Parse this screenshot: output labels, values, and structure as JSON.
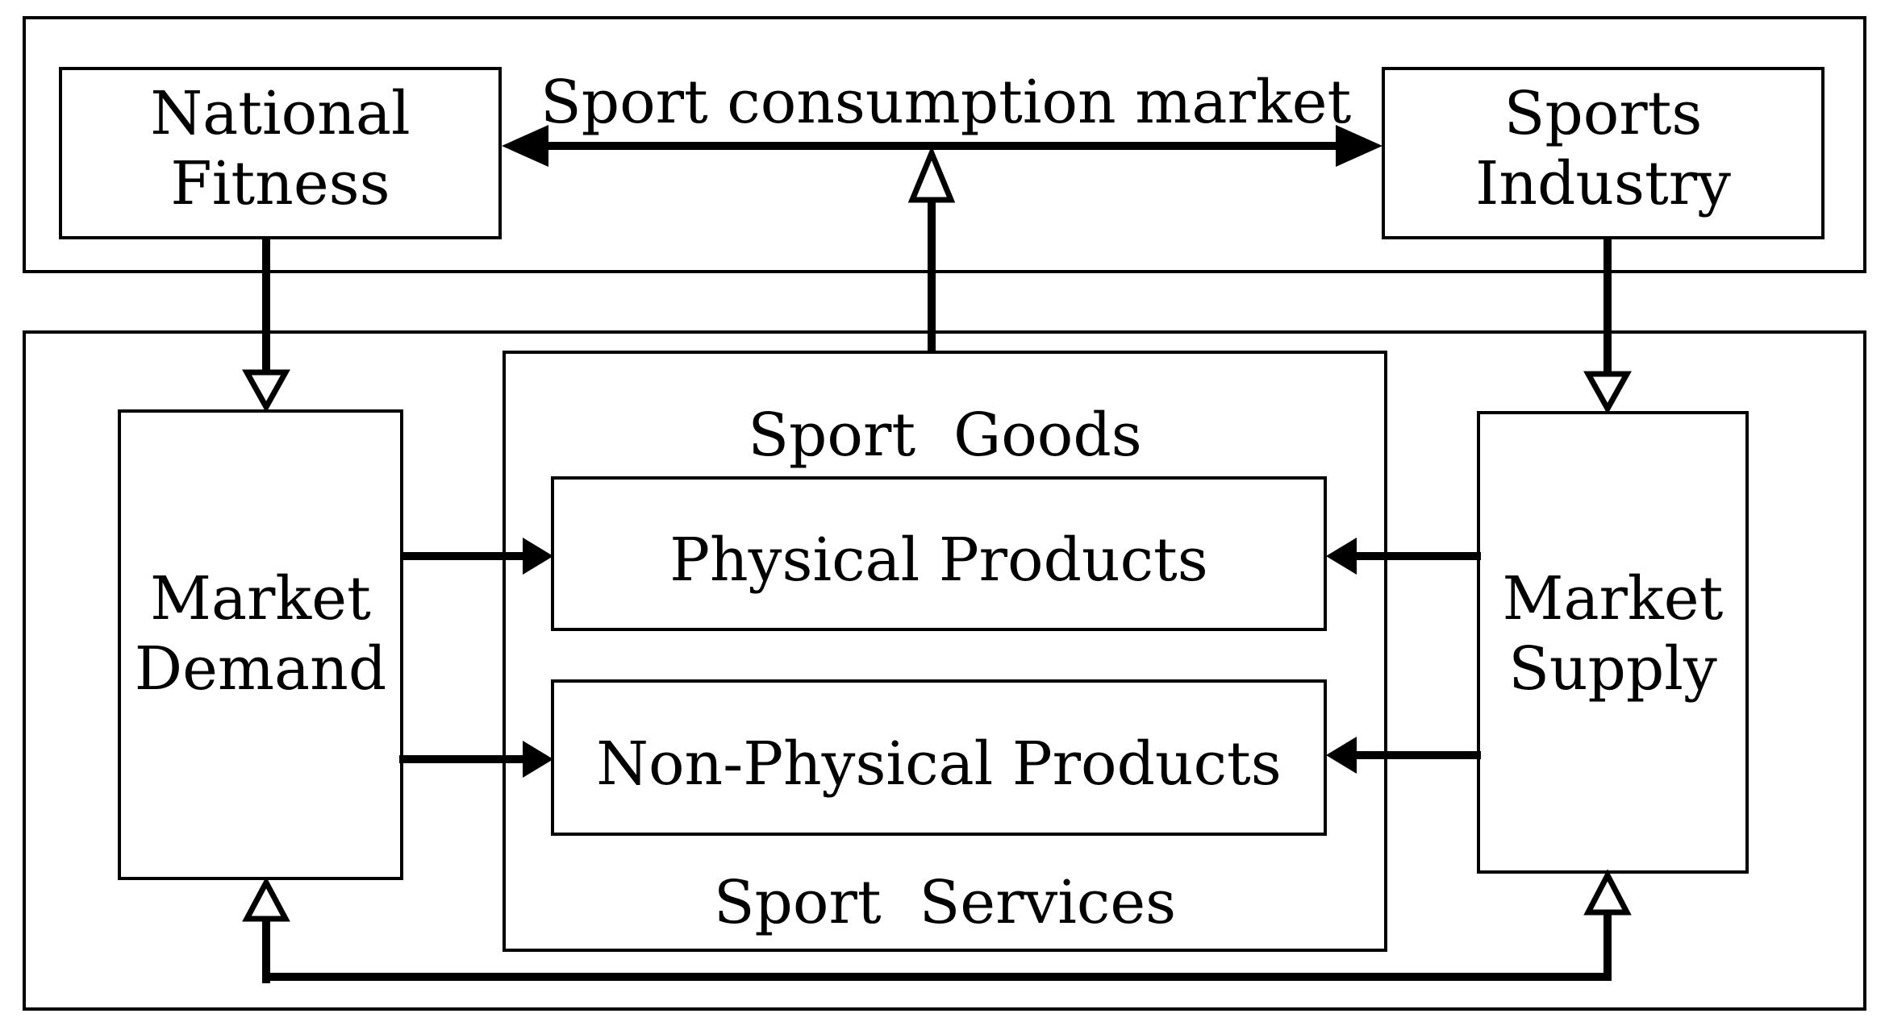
{
  "diagram": {
    "top_label": "Sport consumption market",
    "national_fitness": [
      "National",
      "Fitness"
    ],
    "sports_industry": [
      "Sports",
      "Industry"
    ],
    "market_demand": [
      "Market",
      "Demand"
    ],
    "market_supply": [
      "Market",
      "Supply"
    ],
    "sport_goods": "Sport  Goods",
    "physical_products": "Physical Products",
    "non_physical_products": "Non-Physical Products",
    "sport_services": "Sport  Services"
  }
}
